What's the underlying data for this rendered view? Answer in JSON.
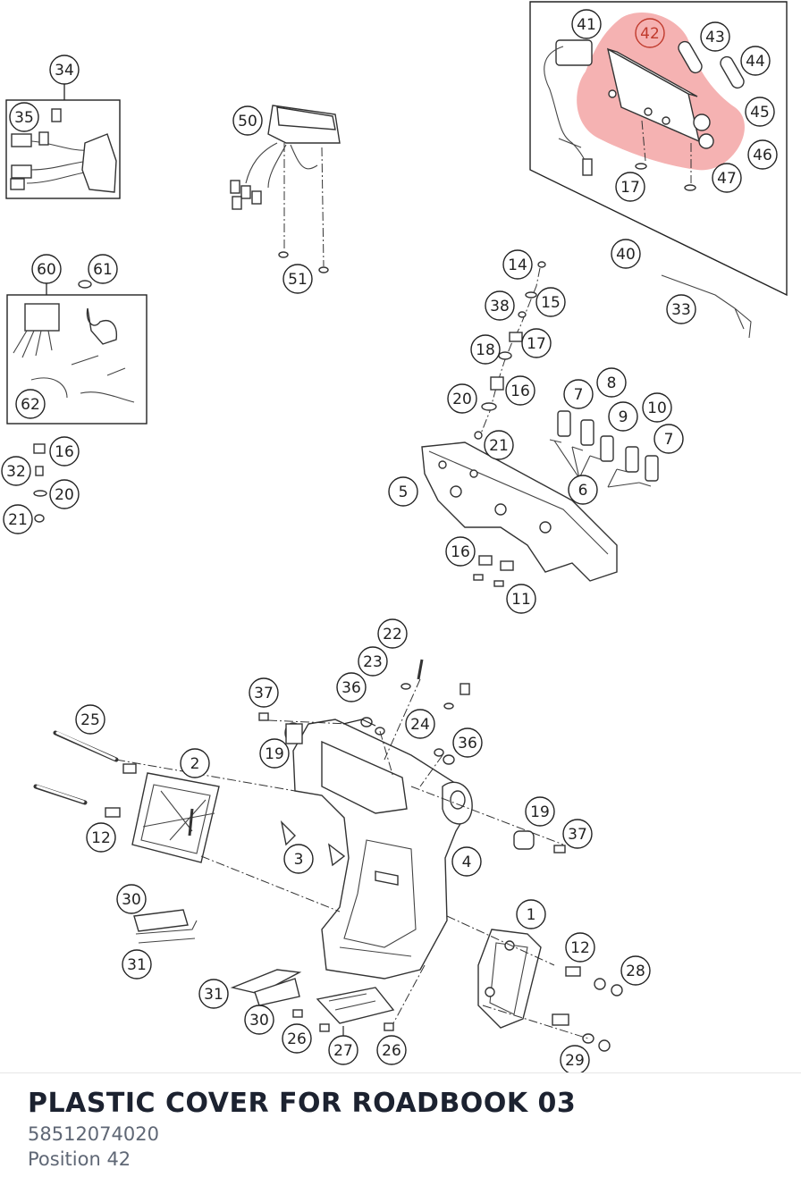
{
  "footer": {
    "title": "PLASTIC COVER FOR ROADBOOK 03",
    "part_number": "58512074020",
    "position": "Position 42"
  },
  "highlight_color": "#e8555566",
  "callouts": [
    "41",
    "42",
    "43",
    "44",
    "45",
    "46",
    "47",
    "17",
    "40",
    "33",
    "34",
    "35",
    "50",
    "51",
    "60",
    "61",
    "62",
    "16",
    "32",
    "20",
    "21",
    "14",
    "15",
    "38",
    "17",
    "18",
    "16",
    "20",
    "21",
    "7",
    "8",
    "9",
    "10",
    "7",
    "6",
    "5",
    "16",
    "11",
    "22",
    "23",
    "37",
    "36",
    "24",
    "36",
    "25",
    "2",
    "19",
    "12",
    "3",
    "4",
    "19",
    "37",
    "1",
    "12",
    "28",
    "30",
    "31",
    "31",
    "30",
    "26",
    "27",
    "26",
    "29"
  ]
}
